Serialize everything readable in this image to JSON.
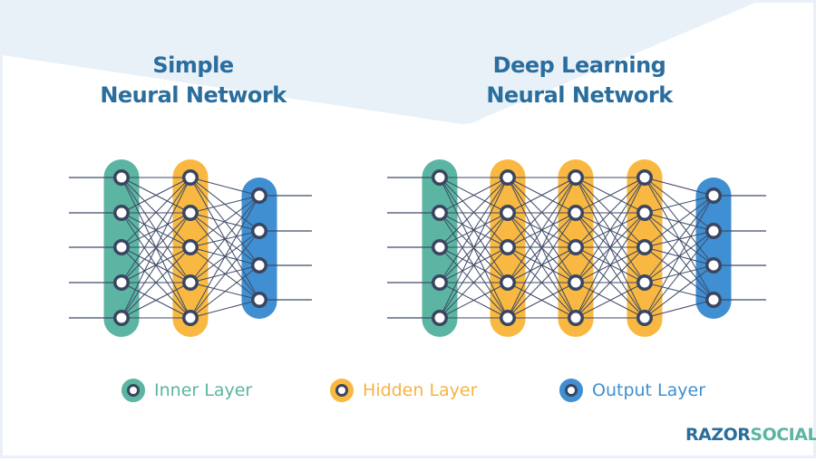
{
  "titles": {
    "simple": {
      "line1": "Simple",
      "line2": "Neural Network"
    },
    "deep": {
      "line1": "Deep Learning",
      "line2": "Neural Network"
    }
  },
  "colors": {
    "background_shape": "#e8f0f8",
    "title": "#2a6e9e",
    "inner_layer": "#5bb5a2",
    "hidden_layer": "#f9b841",
    "output_layer": "#3f8fd2",
    "node_ring": "#3a4560",
    "edge": "#3d4a66"
  },
  "networks": [
    {
      "name": "simple",
      "layers": [
        {
          "type": "inner",
          "nodes": 5
        },
        {
          "type": "hidden",
          "nodes": 5
        },
        {
          "type": "output",
          "nodes": 4
        }
      ]
    },
    {
      "name": "deep",
      "layers": [
        {
          "type": "inner",
          "nodes": 5
        },
        {
          "type": "hidden",
          "nodes": 5
        },
        {
          "type": "hidden",
          "nodes": 5
        },
        {
          "type": "hidden",
          "nodes": 5
        },
        {
          "type": "output",
          "nodes": 4
        }
      ]
    }
  ],
  "legend": {
    "inner": "Inner Layer",
    "hidden": "Hidden Layer",
    "output": "Output Layer"
  },
  "logo": {
    "part1": "RAZOR",
    "part2": "SOCIAL"
  }
}
